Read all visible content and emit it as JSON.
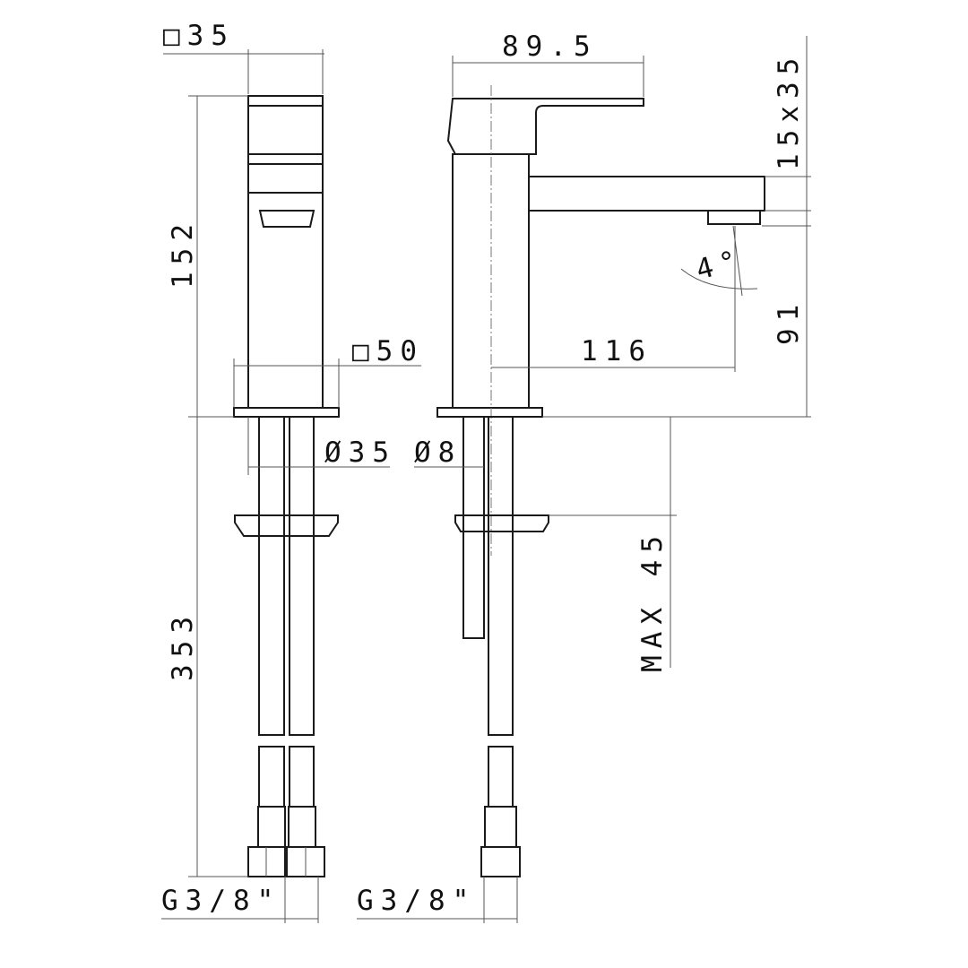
{
  "dimensions": {
    "handle_square": "□35",
    "total_height": "152",
    "base_square": "□50",
    "hole_diameter": "Ø35",
    "rod_diameter": "Ø8",
    "hose_length": "353",
    "thread_left": "G3/8\"",
    "thread_right": "G3/8\"",
    "spout_handle_length": "89.5",
    "spout_section": "15x35",
    "spout_height": "91",
    "spout_reach": "116",
    "angle": "4°",
    "max_deck_thickness": "MAX 45"
  },
  "colors": {
    "line": "#1a1a1a",
    "background": "#ffffff"
  }
}
